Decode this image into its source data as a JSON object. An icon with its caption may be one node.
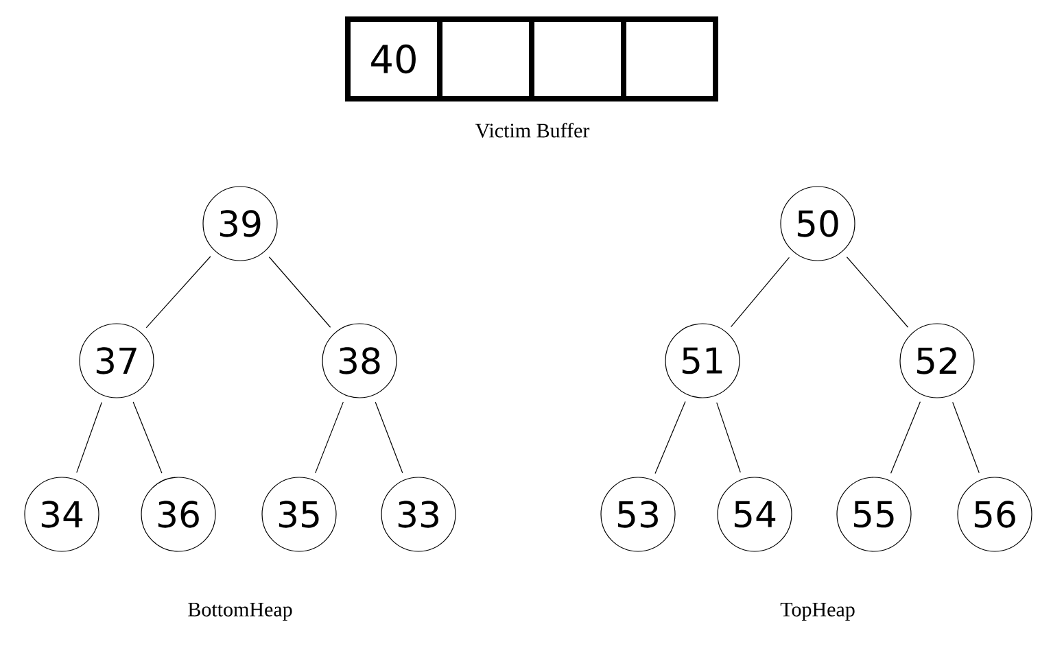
{
  "diagram": {
    "nodes": [
      {
        "text": [
          "40"
        ]
      },
      {
        "text": [],
        "shape": "box"
      },
      {
        "text": [],
        "shape": "box"
      },
      {
        "text": [],
        "shape": "box"
      },
      {
        "text": [
          "39"
        ]
      },
      {
        "text": [
          "37"
        ]
      },
      {
        "text": [
          "38"
        ]
      },
      {
        "text": [
          "34"
        ]
      },
      {
        "text": [
          "36"
        ]
      },
      {
        "text": [
          "35"
        ]
      },
      {
        "text": [
          "33"
        ]
      },
      {
        "text": [
          "50"
        ]
      },
      {
        "text": [
          "51"
        ]
      },
      {
        "text": [
          "52"
        ]
      },
      {
        "text": [
          "53"
        ]
      },
      {
        "text": [
          "54"
        ]
      },
      {
        "text": [
          "55"
        ]
      },
      {
        "text": [
          "56"
        ]
      }
    ],
    "edges": [
      {
        "from": 4,
        "to": 5,
        "arrow": "none"
      },
      {
        "from": 4,
        "to": 6,
        "arrow": "none"
      },
      {
        "from": 5,
        "to": 7,
        "arrow": "none"
      },
      {
        "from": 5,
        "to": 8,
        "arrow": "none"
      },
      {
        "from": 6,
        "to": 9,
        "arrow": "none"
      },
      {
        "from": 6,
        "to": 10,
        "arrow": "none"
      },
      {
        "from": 11,
        "to": 12,
        "arrow": "none"
      },
      {
        "from": 11,
        "to": 13,
        "arrow": "none"
      },
      {
        "from": 12,
        "to": 14,
        "arrow": "none"
      },
      {
        "from": 12,
        "to": 15,
        "arrow": "none"
      },
      {
        "from": 13,
        "to": 16,
        "arrow": "none"
      },
      {
        "from": 13,
        "to": 17,
        "arrow": "none"
      }
    ],
    "labels": [
      "Victim Buffer",
      "BottomHeap",
      "TopHeap"
    ]
  }
}
